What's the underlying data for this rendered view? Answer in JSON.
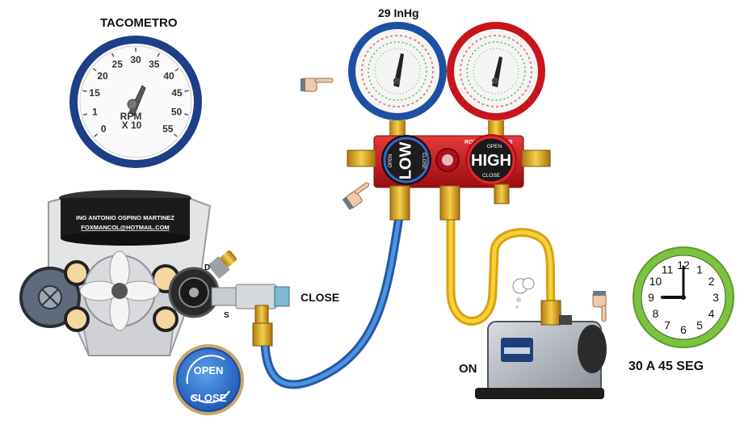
{
  "labels": {
    "tachometer_title": "TACOMETRO",
    "vacuum_reading": "29 InHg",
    "valve_state": "CLOSE",
    "pump_state": "ON",
    "time_range": "30 A 45 SEG"
  },
  "tachometer": {
    "scale": [
      "0",
      "1",
      "15",
      "20",
      "25",
      "30",
      "35",
      "40",
      "45",
      "50",
      "55"
    ],
    "unit_line1": "RPM",
    "unit_line2": "X 10"
  },
  "manifold": {
    "low_label": "LOW",
    "high_label": "HIGH",
    "open_label": "OPEN",
    "close_label": "CLOSE",
    "brand": "ROTHENBERGER"
  },
  "engine": {
    "owner_name": "ING ANTONIO OSPINO MARTINEZ",
    "owner_email": "FOXMANCOL@HOTMAIL.COM",
    "port_discharge": "D",
    "port_suction": "S"
  },
  "valve_knob": {
    "open_label": "OPEN",
    "close_label": "CLOSE"
  },
  "clock": {
    "numbers": [
      "12",
      "1",
      "2",
      "3",
      "4",
      "5",
      "6",
      "7",
      "8",
      "9",
      "10",
      "11"
    ],
    "hour": 9,
    "minute": 0
  },
  "colors": {
    "low_side": "#1a4fa0",
    "high_side": "#c8141c",
    "hose_blue": "#2f74c8",
    "hose_yellow": "#f2c21a",
    "clock_ring": "#7cc241",
    "brass": "#d9a520"
  }
}
